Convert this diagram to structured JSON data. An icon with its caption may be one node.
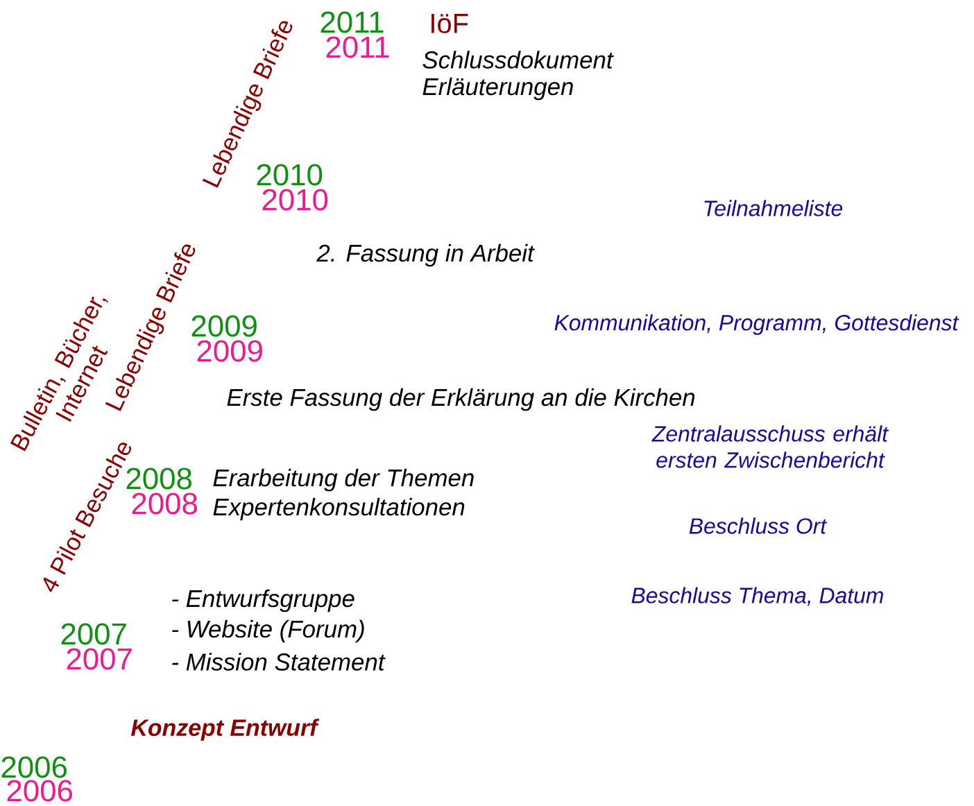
{
  "diagram": {
    "labels": [
      "Lebendige Briefe",
      "2011",
      "2011",
      "IöF",
      "Schlussdokument",
      "Erläuterungen",
      "2010",
      "2010",
      "Teilnahmeliste",
      "2. Fassung in Arbeit",
      "Bulletin, Bücher, Internet",
      "Lebendige Briefe",
      "2009",
      "2009",
      "Kommunikation, Programm, Gottesdienst",
      "Erste Fassung der Erklärung an die Kirchen",
      "Zentralausschuss erhält ersten Zwischenbericht",
      "2008",
      "2008",
      "Erarbeitung der Themen",
      "Expertenkonsultationen",
      "4 Pilot Besuche",
      "Beschluss Ort",
      "- Entwurfsgruppe",
      "Beschluss Thema, Datum",
      "2007",
      "2007",
      "- Website (Forum)",
      "- Mission Statement",
      "Konzept Entwurf",
      "2006",
      "2006"
    ]
  }
}
